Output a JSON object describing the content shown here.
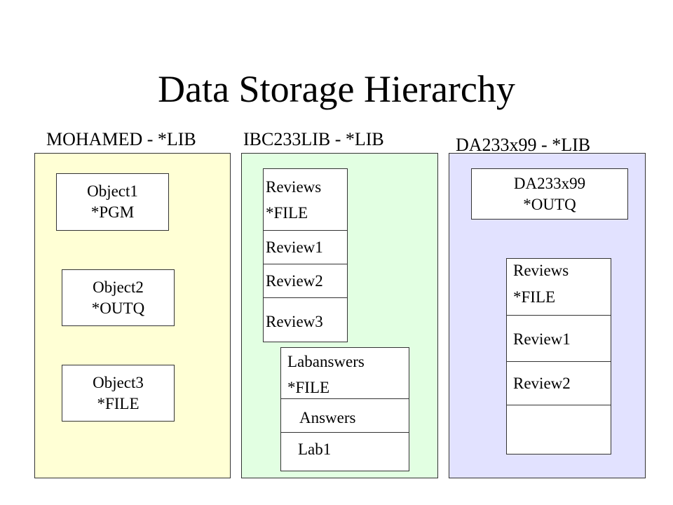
{
  "title": "Data Storage Hierarchy",
  "libraries": [
    {
      "label": "MOHAMED - *LIB",
      "color": "#ffffd5",
      "objects": [
        {
          "name": "Object1",
          "type": "*PGM"
        },
        {
          "name": "Object2",
          "type": "*OUTQ"
        },
        {
          "name": "Object3",
          "type": "*FILE"
        }
      ]
    },
    {
      "label": "IBC233LIB - *LIB",
      "color": "#e2ffe2",
      "files": [
        {
          "name": "Reviews",
          "type": "*FILE",
          "members": [
            "Review1",
            "Review2",
            "Review3"
          ]
        },
        {
          "name": "Labanswers",
          "type": "*FILE",
          "members": [
            "Answers",
            "Lab1"
          ]
        }
      ]
    },
    {
      "label": "DA233x99 - *LIB",
      "color": "#e2e2ff",
      "outq": {
        "name": "DA233x99",
        "type": "*OUTQ"
      },
      "files": [
        {
          "name": "Reviews",
          "type": "*FILE",
          "members": [
            "Review1",
            "Review2"
          ]
        }
      ]
    }
  ]
}
